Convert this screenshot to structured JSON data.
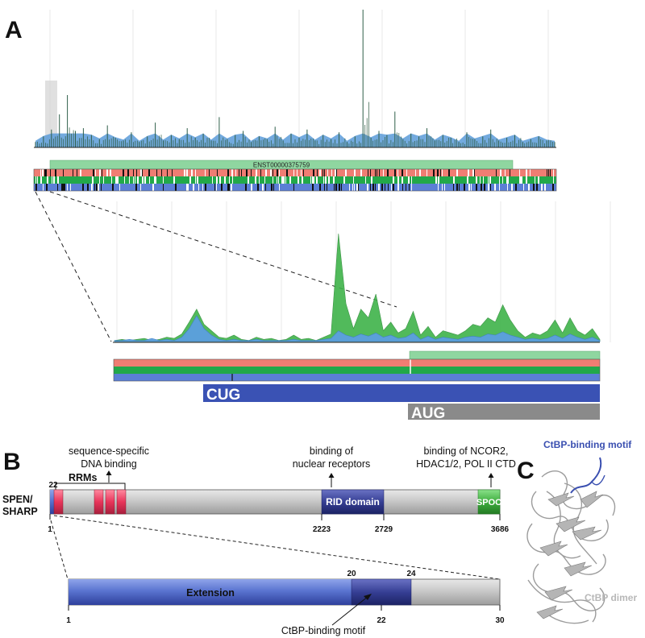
{
  "panels": {
    "a": "A",
    "b": "B",
    "c": "C"
  },
  "panel_a": {
    "transcript_id": "ENST00000375759",
    "start_codons": [
      "CUG",
      "AUG"
    ]
  },
  "panel_b": {
    "protein_name_line1": "SPEN/",
    "protein_name_line2": "SHARP",
    "rrms_label": "RRMs",
    "annotations": {
      "dna_binding_line1": "sequence-specific",
      "dna_binding_line2": "DNA binding",
      "receptor_binding_line1": "binding of",
      "receptor_binding_line2": "nuclear receptors",
      "corepressor_binding_line1": "binding of NCOR2,",
      "corepressor_binding_line2": "HDAC1/2, POL II CTD"
    },
    "domains": {
      "rid": "RID domain",
      "spoc": "SPOC",
      "extension": "Extension",
      "ctbp_motif": "CtBP-binding motif"
    },
    "positions": {
      "start": "1",
      "rrm_start": "22",
      "rid_start": "2223",
      "rid_end": "2729",
      "end": "3686"
    },
    "zoom_positions": {
      "start": "1",
      "motif_start": "20",
      "motif_end": "24",
      "motif_mid": "22",
      "end": "30"
    }
  },
  "panel_c": {
    "motif_label": "CtBP-binding motif",
    "dimer_label": "CtBP dimer"
  },
  "colors": {
    "rrm_red": "#e8355a",
    "domain_blue": "#3b4fae",
    "spoc_green": "#3fae3f",
    "track_red": "#f07d73",
    "track_green": "#22a84a",
    "track_blue": "#5b7fd6",
    "transcript_green": "#8fd6a0",
    "cug_blue": "#3a52b4",
    "aug_gray": "#8a8a8a"
  },
  "chart_data": [
    {
      "type": "area",
      "title": "",
      "xlabel": "",
      "ylabel": "",
      "grid": true,
      "series": [
        {
          "values": [
            4,
            8,
            13,
            24,
            38,
            12,
            14,
            9,
            6,
            16,
            7,
            5,
            11,
            4,
            8,
            18,
            5,
            9,
            6,
            14,
            7,
            10,
            5,
            22,
            6,
            9,
            12,
            4,
            8,
            6,
            15,
            5,
            10,
            7,
            13,
            5,
            9,
            6,
            11,
            4,
            8,
            100,
            7,
            12,
            9,
            26,
            6,
            10,
            8,
            14,
            5,
            9,
            7,
            4,
            11,
            6,
            8,
            13,
            5,
            7,
            9,
            4,
            6,
            8,
            5,
            4
          ]
        }
      ]
    },
    {
      "type": "area",
      "title": "",
      "xlabel": "",
      "ylabel": "",
      "grid": true,
      "series": [
        {
          "values": [
            1,
            2,
            1,
            2,
            3,
            1,
            2,
            4,
            3,
            7,
            18,
            30,
            16,
            10,
            4,
            3,
            6,
            2,
            1,
            4,
            2,
            3,
            1,
            2,
            6,
            2,
            3,
            1,
            4,
            7,
            100,
            35,
            12,
            30,
            22,
            44,
            10,
            18,
            8,
            12,
            28,
            6,
            14,
            4,
            10,
            8,
            6,
            10,
            16,
            14,
            22,
            18,
            34,
            20,
            10,
            4,
            8,
            6,
            10,
            20,
            8,
            22,
            10,
            6,
            12,
            2
          ]
        },
        {
          "values": [
            1,
            1,
            2,
            1,
            1,
            3,
            1,
            2,
            1,
            4,
            12,
            24,
            12,
            6,
            2,
            1,
            2,
            1,
            1,
            2,
            1,
            1,
            1,
            1,
            2,
            1,
            1,
            1,
            2,
            3,
            10,
            6,
            4,
            7,
            5,
            8,
            4,
            6,
            3,
            4,
            8,
            2,
            5,
            2,
            4,
            3,
            2,
            4,
            5,
            4,
            7,
            6,
            9,
            6,
            4,
            2,
            3,
            2,
            3,
            6,
            3,
            7,
            4,
            2,
            4,
            1
          ]
        }
      ]
    }
  ]
}
